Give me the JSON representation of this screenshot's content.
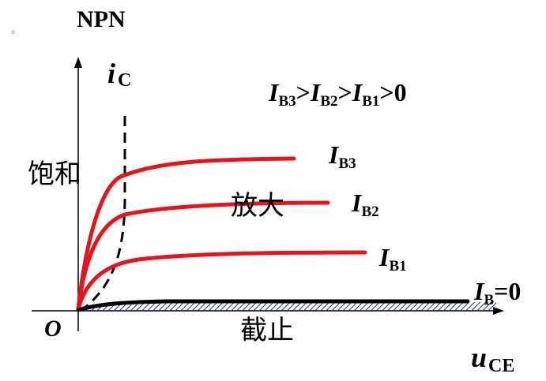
{
  "title": "NPN",
  "bullet": "。",
  "axes": {
    "y_label_main": "i",
    "y_label_sub": "C",
    "x_label_main": "u",
    "x_label_sub": "CE",
    "origin": "O"
  },
  "condition": {
    "parts": [
      {
        "main": "I",
        "sub": "B3",
        "op": ">"
      },
      {
        "main": "I",
        "sub": "B2",
        "op": ">"
      },
      {
        "main": "I",
        "sub": "B1",
        "op": ">0"
      }
    ]
  },
  "regions": {
    "saturation": "饱和",
    "amplification": "放大",
    "cutoff": "截止"
  },
  "curves": [
    {
      "main": "I",
      "sub": "B3",
      "tail": "",
      "color": "#e8141c"
    },
    {
      "main": "I",
      "sub": "B2",
      "tail": "",
      "color": "#e8141c"
    },
    {
      "main": "I",
      "sub": "B1",
      "tail": "",
      "color": "#e8141c"
    },
    {
      "main": "I",
      "sub": "B",
      "tail": "=0",
      "color": "#000000"
    }
  ],
  "colors": {
    "curve": "#e8141c",
    "axis": "#000000",
    "hatch": "#1a2a7a",
    "text": "#000000"
  }
}
